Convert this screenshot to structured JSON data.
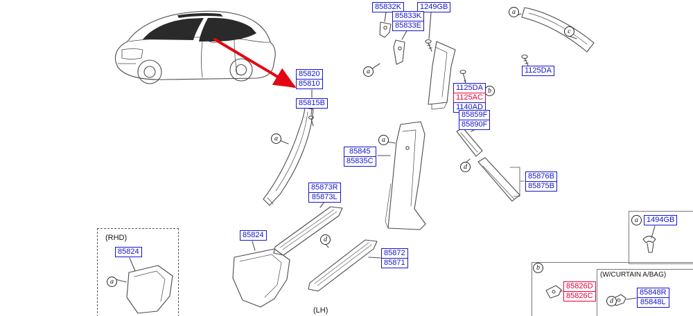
{
  "page": {
    "background": "#ffffff",
    "colors": {
      "part_blue": "#1414cc",
      "part_red": "#e4003a",
      "arrow_red": "#e30613",
      "line_gray": "#4a4a4a"
    }
  },
  "notes": {
    "rhd": "(RHD)",
    "curtain": "(W/CURTAIN A/BAG)",
    "lh": "(LH)"
  },
  "markers": {
    "m1": "a",
    "m2": "c",
    "m3": "a",
    "m4": "b",
    "m5": "a",
    "m6": "a",
    "m7": "d",
    "m8": "d",
    "m9": "a",
    "m10": "a",
    "m11": "b",
    "m12": "d"
  },
  "labels": {
    "g85832k": {
      "lines": [
        "85832K"
      ]
    },
    "g1249gb": {
      "lines": [
        "1249GB"
      ]
    },
    "g85833": {
      "lines": [
        "85833K",
        "85833E"
      ]
    },
    "g85820": {
      "lines": [
        "85820",
        "85810"
      ]
    },
    "g85815b": {
      "lines": [
        "85815B"
      ]
    },
    "g1125da": {
      "lines": [
        "1125DA"
      ]
    },
    "g1125stack": {
      "lines": [
        "1125DA",
        "1125AC",
        "1140AD"
      ]
    },
    "g85859": {
      "lines": [
        "85859F",
        "85890F"
      ]
    },
    "g85845": {
      "lines": [
        "85845",
        "85835C"
      ]
    },
    "g85873": {
      "lines": [
        "85873R",
        "85873L"
      ]
    },
    "g85876": {
      "lines": [
        "85876B",
        "85875B"
      ]
    },
    "g85824a": {
      "lines": [
        "85824"
      ]
    },
    "g85824rhd": {
      "lines": [
        "85824"
      ]
    },
    "g85872": {
      "lines": [
        "85872",
        "85871"
      ]
    },
    "g1494gb": {
      "lines": [
        "1494GB"
      ]
    },
    "g85826": {
      "lines": [
        "85826D",
        "85826C"
      ]
    },
    "g85848": {
      "lines": [
        "85848R",
        "85848L"
      ]
    }
  }
}
